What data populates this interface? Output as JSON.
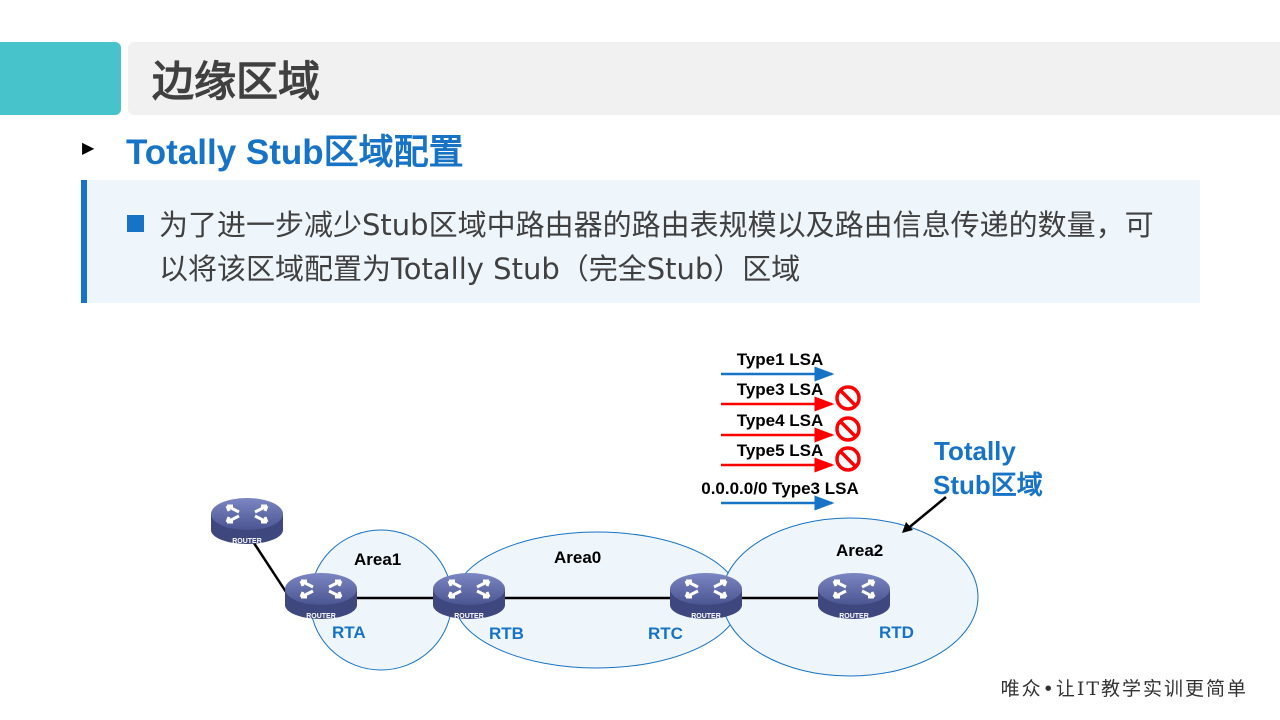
{
  "header": {
    "title": "边缘区域"
  },
  "section": {
    "subtitle": "Totally Stub区域配置"
  },
  "content": {
    "paragraph": "为了进一步减少Stub区域中路由器的路由表规模以及路由信息传递的数量，可以将该区域配置为Totally Stub（完全Stub）区域"
  },
  "diagram": {
    "areas": [
      "Area1",
      "Area0",
      "Area2"
    ],
    "routers": [
      "RTA",
      "RTB",
      "RTC",
      "RTD"
    ],
    "router_badge": "ROUTER",
    "lsa": [
      {
        "label": "Type1 LSA",
        "blocked": false,
        "color": "#1773c5"
      },
      {
        "label": "Type3 LSA",
        "blocked": true,
        "color": "#ff0000"
      },
      {
        "label": "Type4 LSA",
        "blocked": true,
        "color": "#ff0000"
      },
      {
        "label": "Type5 LSA",
        "blocked": true,
        "color": "#ff0000"
      },
      {
        "label": "0.0.0.0/0 Type3 LSA",
        "blocked": false,
        "color": "#1773c5"
      }
    ],
    "callout_line1": "Totally",
    "callout_line2": "Stub区域"
  },
  "footer": {
    "slogan": "唯众•让IT教学实训更简单"
  }
}
